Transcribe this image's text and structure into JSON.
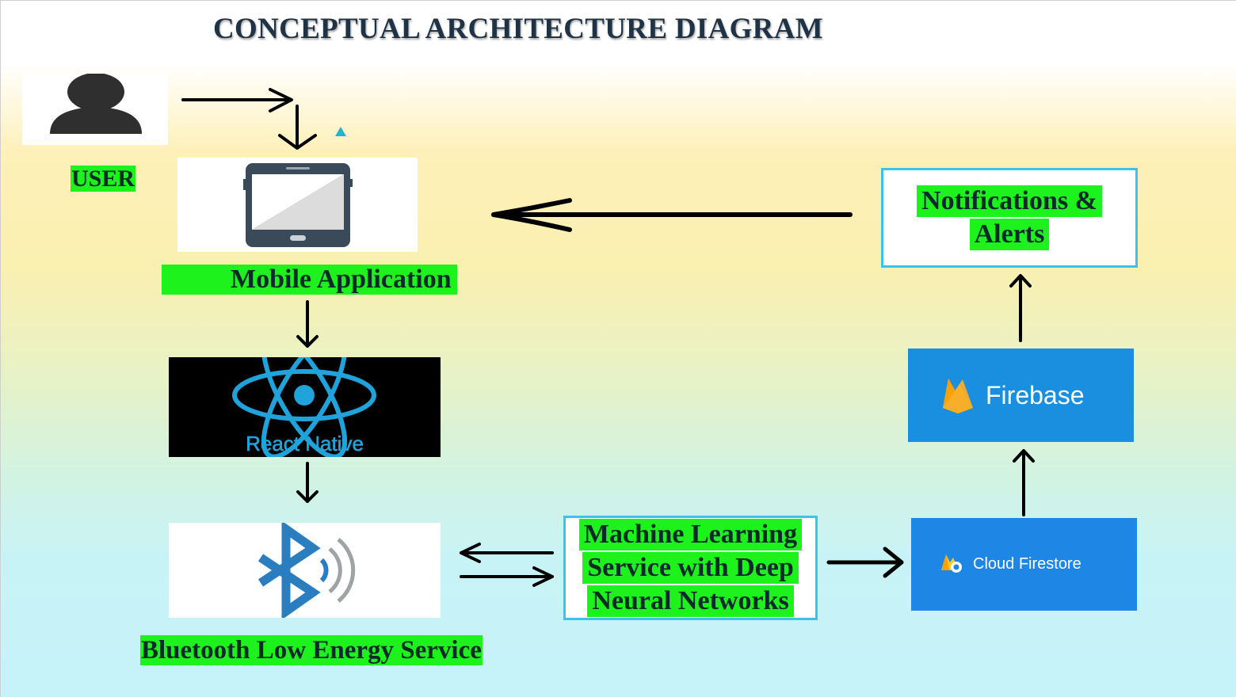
{
  "title": "CONCEPTUAL ARCHITECTURE DIAGRAM",
  "nodes": {
    "user": {
      "label": "USER"
    },
    "mobile_app": {
      "label": "Mobile Application"
    },
    "react_native": {
      "logo_text": "React Native"
    },
    "ble": {
      "label": "Bluetooth Low Energy Service"
    },
    "ml": {
      "line1": "Machine Learning",
      "line2": "Service with Deep",
      "line3": "Neural Networks"
    },
    "cloud_firestore": {
      "logo_text": "Cloud Firestore"
    },
    "firebase": {
      "logo_text": "Firebase"
    },
    "notifications": {
      "line1": "Notifications &",
      "line2": "Alerts"
    }
  },
  "icons": [
    "user-icon",
    "tablet-icon",
    "react-logo-icon",
    "bluetooth-icon",
    "firebase-flame-icon",
    "cloud-firestore-icon"
  ],
  "colors": {
    "highlight": "#1df21d",
    "box_border": "#3cc3ec",
    "firebase_bg": "#1a8fe0",
    "react_blue": "#1fa3da",
    "bluetooth_blue": "#2a7ec0"
  }
}
